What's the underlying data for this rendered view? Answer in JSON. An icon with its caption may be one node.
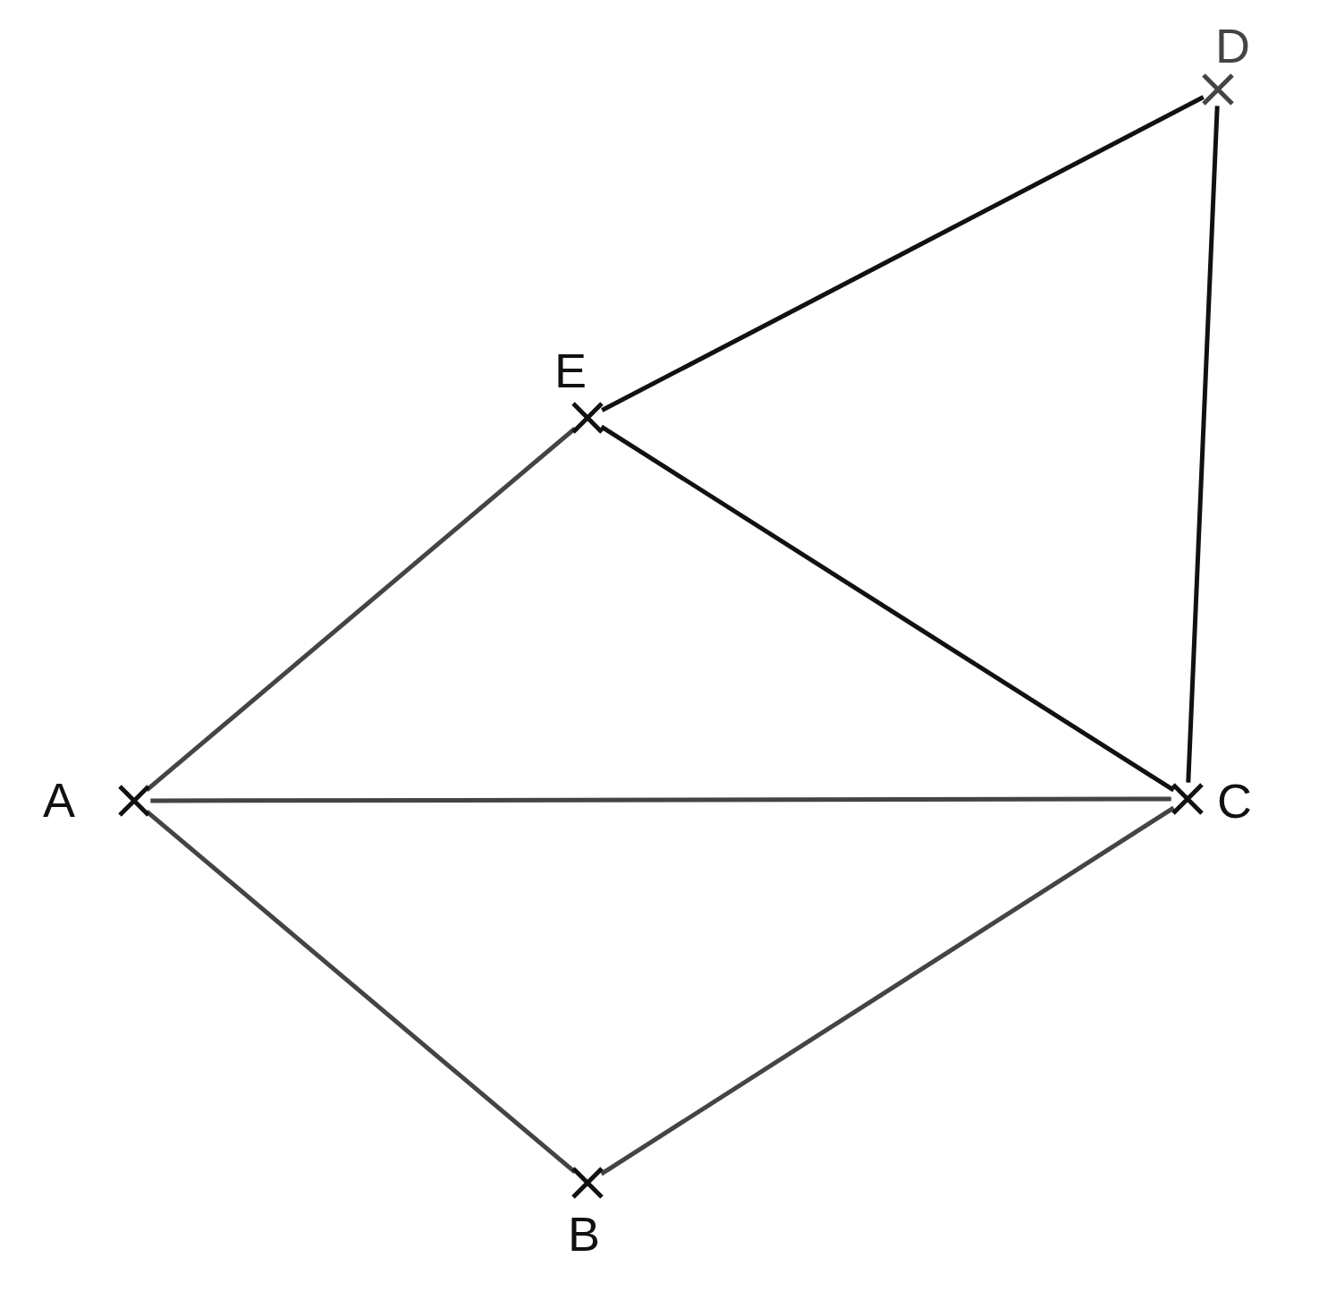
{
  "diagram": {
    "nodes": [
      {
        "text": [
          "A"
        ]
      },
      {
        "text": [
          "B"
        ]
      },
      {
        "text": [
          "C"
        ]
      },
      {
        "text": [
          "D"
        ]
      },
      {
        "text": [
          "E"
        ]
      }
    ],
    "edges": [
      {
        "from": 0,
        "to": 4,
        "arrow": "none"
      },
      {
        "from": 0,
        "to": 2,
        "arrow": "none"
      },
      {
        "from": 0,
        "to": 1,
        "arrow": "none"
      },
      {
        "from": 1,
        "to": 2,
        "arrow": "none"
      },
      {
        "from": 4,
        "to": 2,
        "arrow": "none",
        "color": "#111111"
      },
      {
        "from": 4,
        "to": 3,
        "arrow": "none",
        "color": "#111111"
      },
      {
        "from": 3,
        "to": 2,
        "arrow": "none",
        "color": "#111111"
      }
    ]
  }
}
